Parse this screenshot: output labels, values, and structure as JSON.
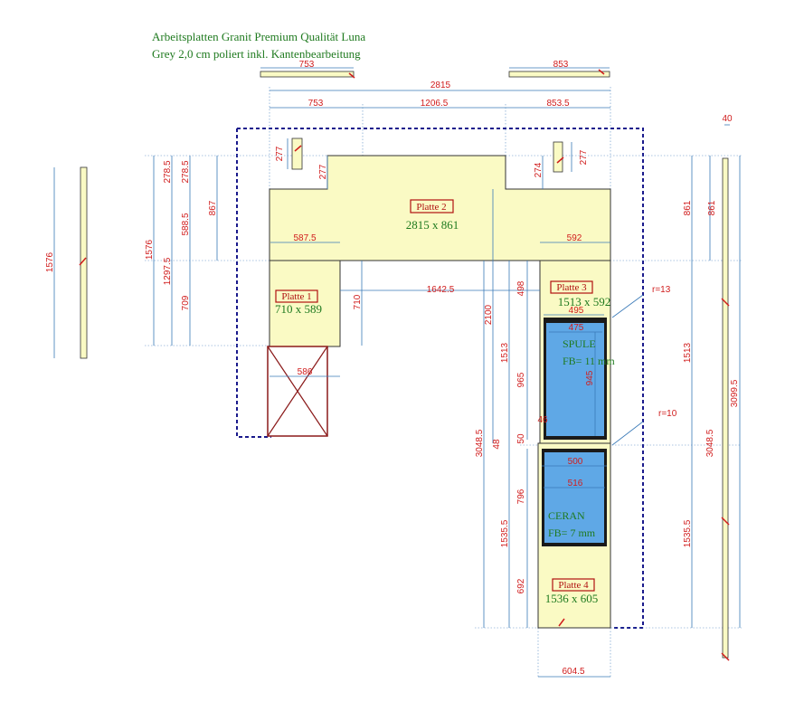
{
  "title": {
    "line1": "Arbeitsplatten Granit Premium Qualität Luna",
    "line2": "Grey 2,0 cm poliert inkl. Kantenbearbeitung"
  },
  "plates": [
    {
      "label": "Platte 2",
      "size": "2815 x 861"
    },
    {
      "label": "Platte 1",
      "size": "710 x 589"
    },
    {
      "label": "Platte 3",
      "size": "1513 x 592"
    },
    {
      "label": "Platte 4",
      "size": "1536 x 605"
    }
  ],
  "cutouts": {
    "sink": {
      "name": "SPULE",
      "detail": "FB= 11 mm"
    },
    "cooktop": {
      "name": "CERAN",
      "detail": "FB= 7 mm"
    }
  },
  "radius_labels": [
    "r=13",
    "r=10"
  ],
  "dimensions": {
    "top_strip_left": "753",
    "top_strip_right": "853",
    "overall_width": "2815",
    "seg_left": "753",
    "seg_mid": "1206.5",
    "seg_right": "853.5",
    "right_strip_width": "40",
    "left_strip_len": "1576",
    "left_outer_total": "1576",
    "left_278a": "278.5",
    "left_278b": "278.5",
    "left_588": "588.5",
    "left_867": "867",
    "left_1297": "1297.5",
    "left_709": "709",
    "notch_left": "277",
    "notch_left_b": "277",
    "notch_right": "274",
    "notch_right_b": "277",
    "p1_width": "587.5",
    "p1_710": "710",
    "p1_bottom": "586",
    "middle_span": "1642.5",
    "v_2100": "2100",
    "v_3048_left": "3048.5",
    "v_1513_left": "1513",
    "v_498": "498",
    "v_965": "965",
    "v_50": "50",
    "v_48": "48",
    "v_796": "796",
    "v_1535_left": "1535.5",
    "v_692": "692",
    "p3_width": "592",
    "sink_495": "495",
    "sink_475": "475",
    "sink_945": "945",
    "sink_46": "46",
    "cook_500": "500",
    "cook_516": "516",
    "bottom_604": "604.5",
    "r_861a": "861",
    "r_861b": "861",
    "r_1513": "1513",
    "r_3048": "3048.5",
    "r_1535": "1535.5",
    "r_3099": "3099.5"
  },
  "colors": {
    "slab_fill": "#fafac4",
    "dimension_text": "#d01c1c",
    "dimension_line": "#3a7ab8",
    "title_text": "#1f7a1f",
    "cutout_fill": "#5fa8e6",
    "cabinet_outline": "#1a1a8c"
  }
}
